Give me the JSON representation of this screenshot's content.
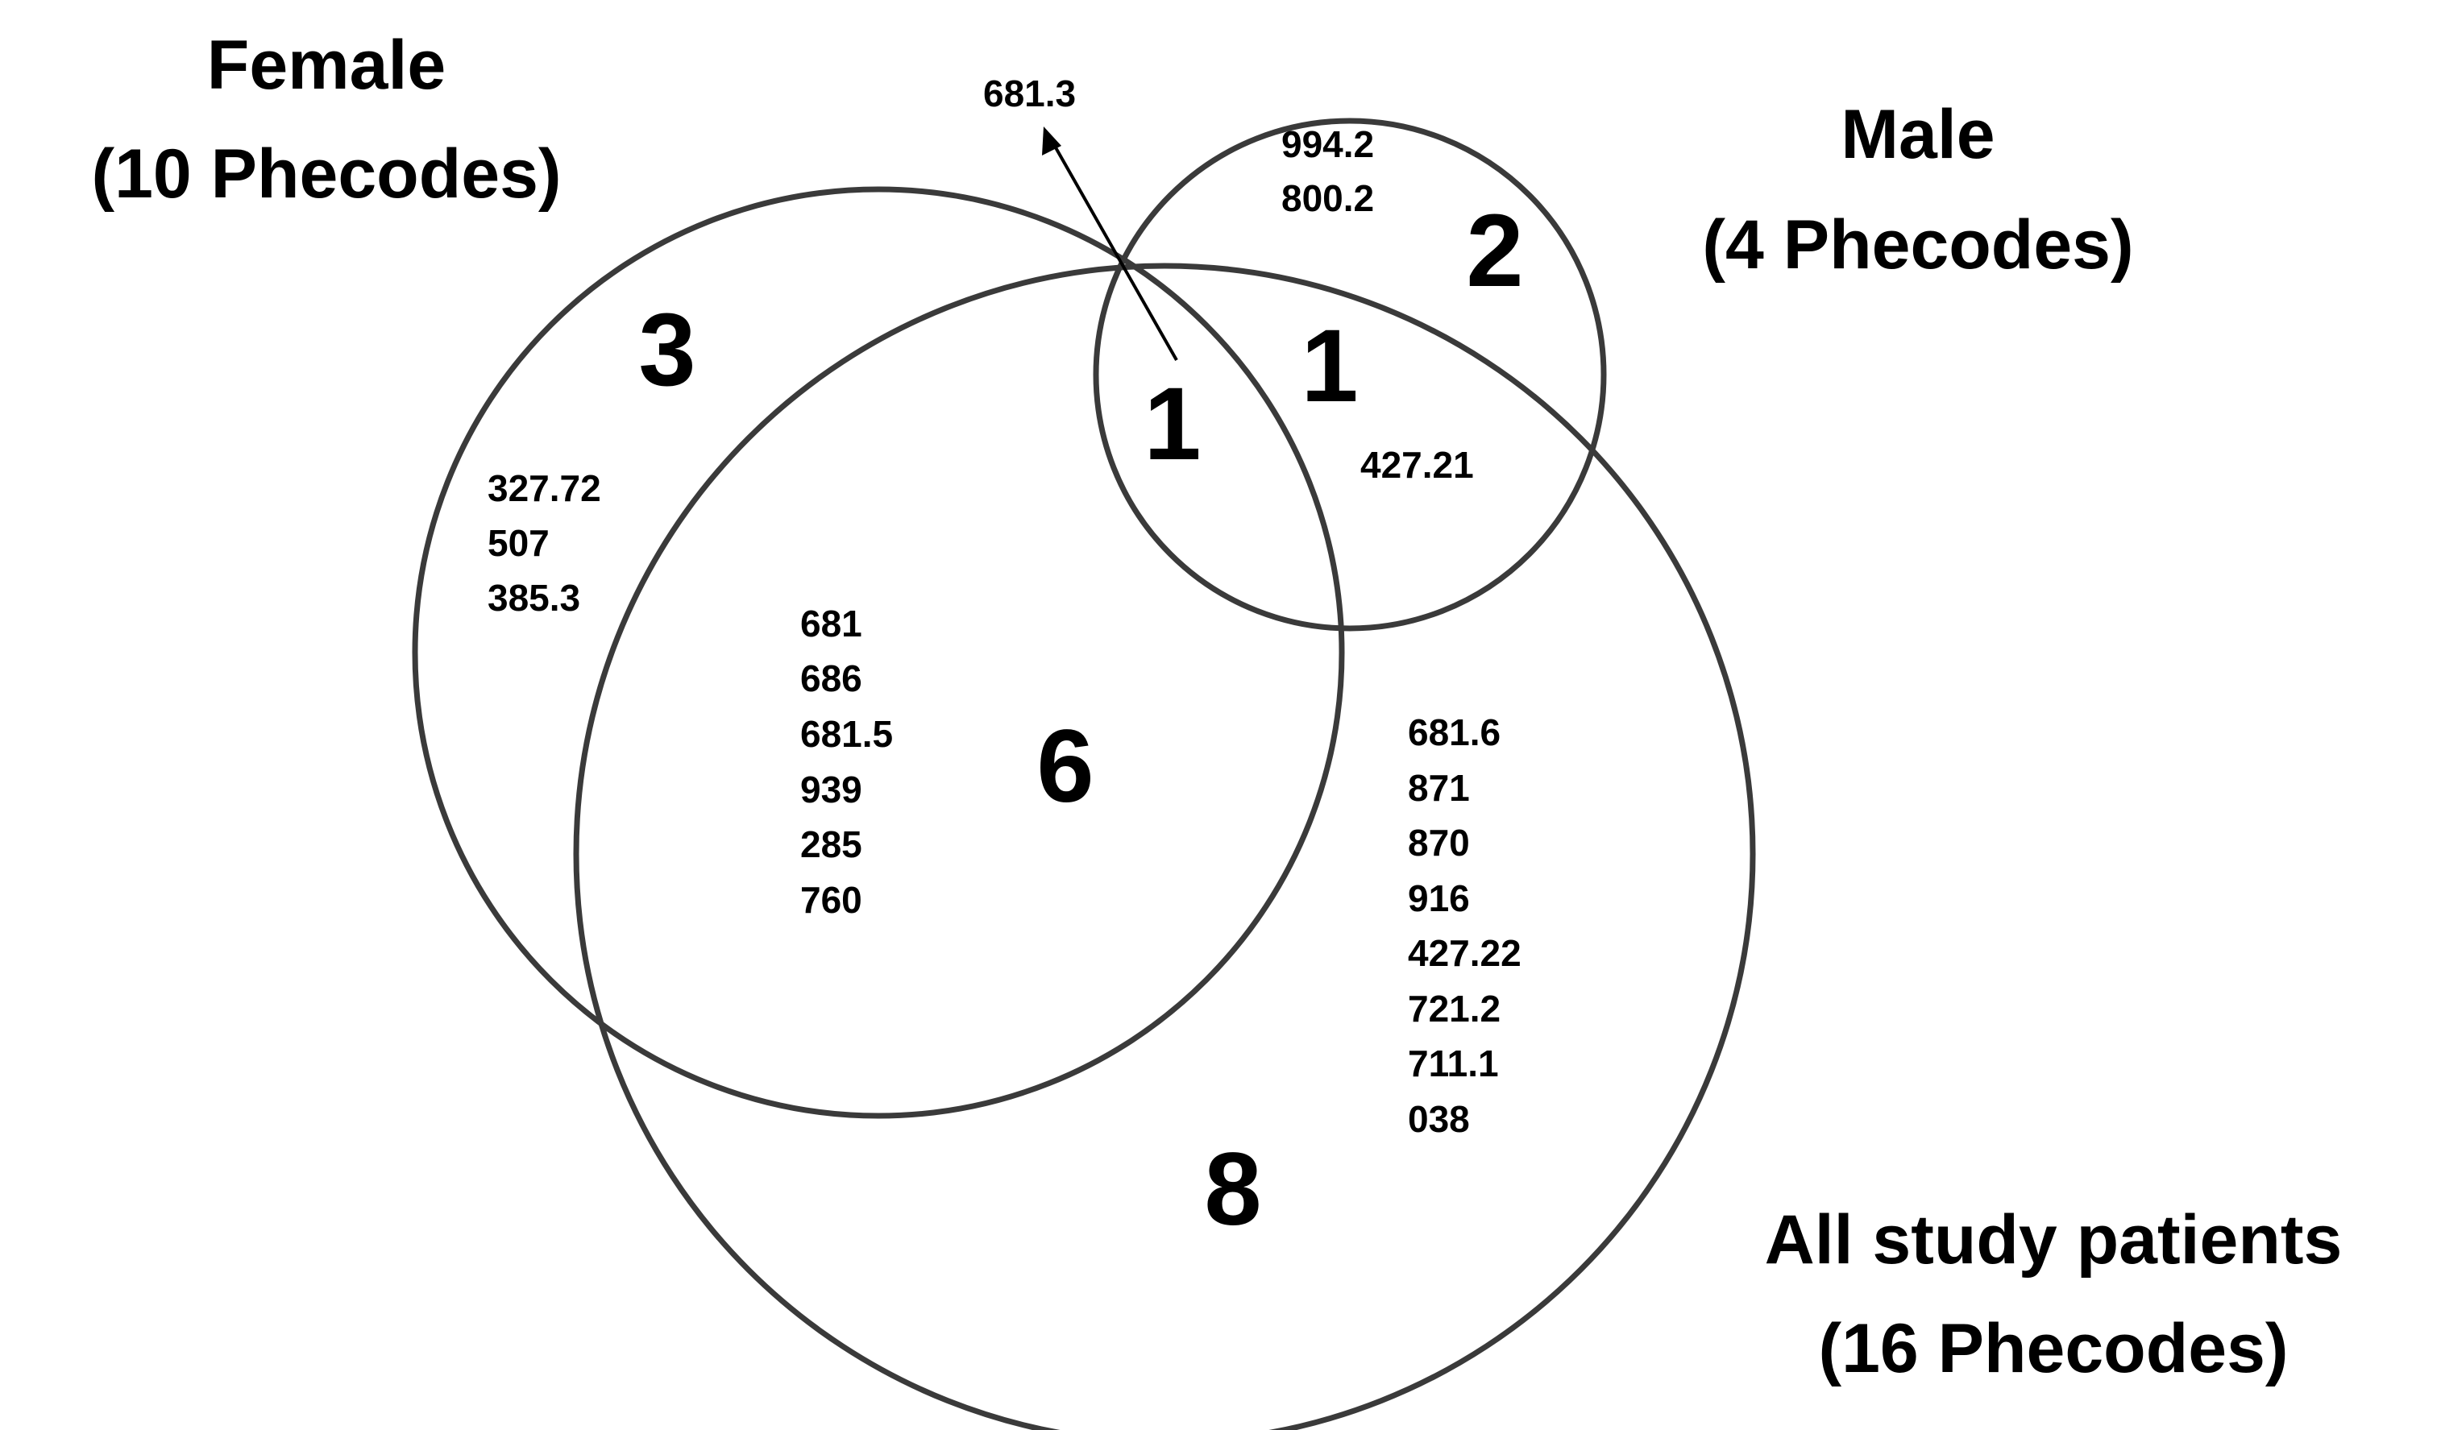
{
  "sets": {
    "female": {
      "title": "Female",
      "subtitle": "(10 Phecodes)"
    },
    "male": {
      "title": "Male",
      "subtitle": "(4 Phecodes)"
    },
    "all": {
      "title": "All study patients",
      "subtitle": "(16 Phecodes)"
    }
  },
  "regions": {
    "female_only": {
      "count": "3",
      "codes": [
        "327.72",
        "507",
        "385.3"
      ]
    },
    "male_only": {
      "count": "2",
      "codes": [
        "994.2",
        "800.2"
      ]
    },
    "all_only": {
      "count": "8",
      "codes": [
        "681.6",
        "871",
        "870",
        "916",
        "427.22",
        "721.2",
        "711.1",
        "038"
      ]
    },
    "female_all": {
      "count": "6",
      "codes": [
        "681",
        "686",
        "681.5",
        "939",
        "285",
        "760"
      ]
    },
    "male_all": {
      "count": "1",
      "codes": [
        "427.21"
      ]
    },
    "all_three": {
      "count": "1",
      "codes": [
        "681.3"
      ]
    }
  }
}
